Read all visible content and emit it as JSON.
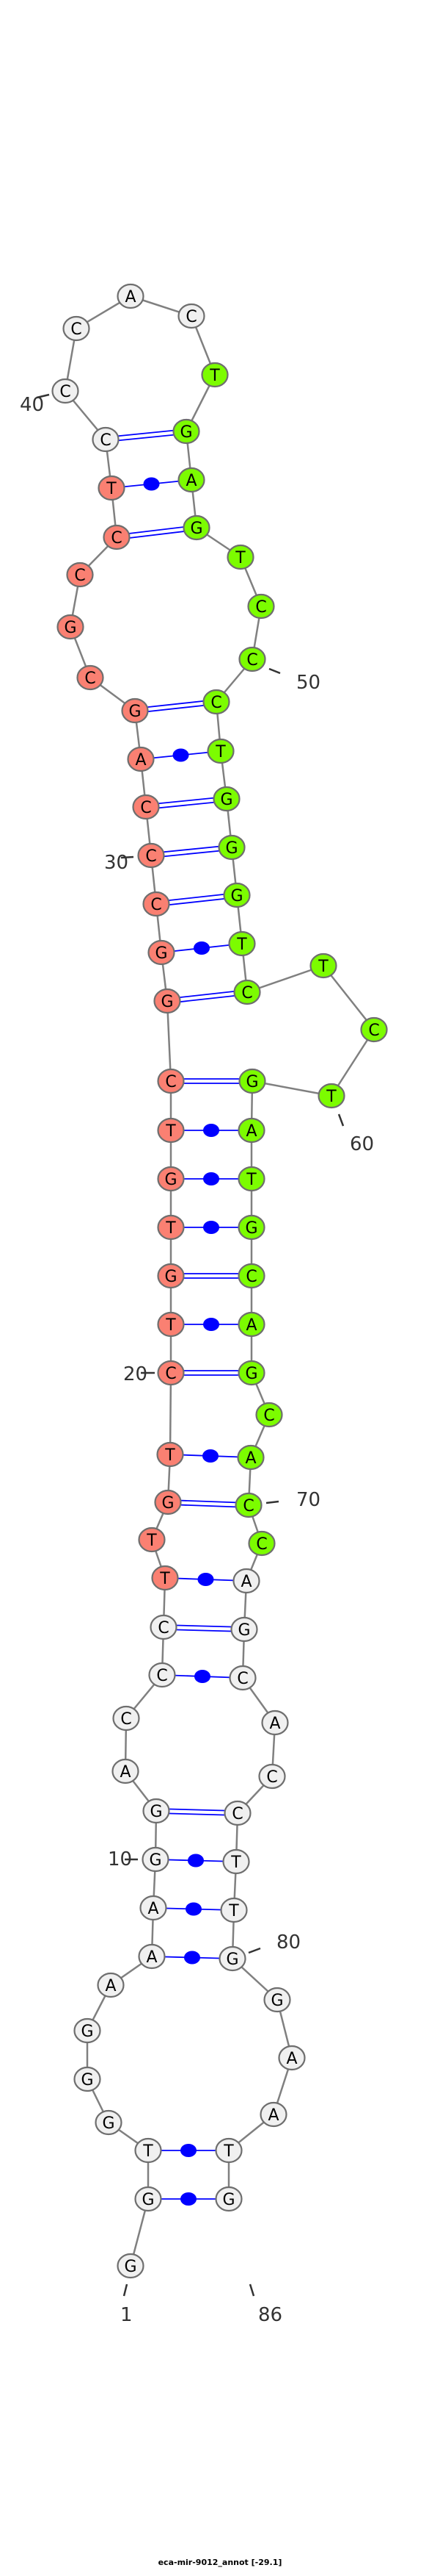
{
  "title": "eca-mir-9012_annot [-29.1]",
  "sequence": "GGTGGGAAAGGACCCTTGTCTGTGTCGGCCCAGCGCCTCCCACTGAGTCCCTGGGTCTCTGATGCAGCACCAGCACCTTGGAATG",
  "pairs": [
    [
      2,
      85
    ],
    [
      3,
      84
    ],
    [
      8,
      80
    ],
    [
      9,
      79
    ],
    [
      10,
      78
    ],
    [
      11,
      77
    ],
    [
      14,
      74
    ],
    [
      15,
      73
    ],
    [
      16,
      72
    ],
    [
      18,
      70
    ],
    [
      19,
      69
    ],
    [
      20,
      67
    ],
    [
      21,
      66
    ],
    [
      22,
      65
    ],
    [
      23,
      64
    ],
    [
      24,
      63
    ],
    [
      25,
      62
    ],
    [
      26,
      61
    ],
    [
      27,
      57
    ],
    [
      28,
      56
    ],
    [
      29,
      55
    ],
    [
      30,
      54
    ],
    [
      31,
      53
    ],
    [
      32,
      52
    ],
    [
      33,
      51
    ],
    [
      37,
      47
    ],
    [
      38,
      46
    ],
    [
      39,
      45
    ]
  ],
  "highlights": [
    {
      "name": "salmon-region",
      "from": 16,
      "to": 38,
      "color": "#FA8072"
    },
    {
      "name": "green-region",
      "from": 44,
      "to": 71,
      "color": "#7CFC00"
    }
  ],
  "colors": {
    "default_fill": "#F0F0F0",
    "node_stroke": "#6E6E6E",
    "backbone": "#808080",
    "pair": "#0000FF",
    "label": "#333333"
  },
  "position_labels": [
    "1",
    "10",
    "20",
    "30",
    "40",
    "50",
    "60",
    "70",
    "80",
    "86"
  ]
}
